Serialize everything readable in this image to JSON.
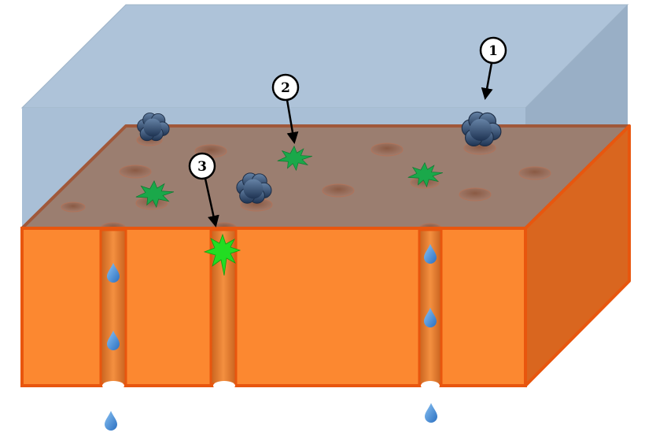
{
  "labels": [
    {
      "number": "1",
      "target": "cloud"
    },
    {
      "number": "2",
      "target": "star"
    },
    {
      "number": "3",
      "target": "pore-star"
    }
  ],
  "colors": {
    "water_box": "#a9bfd6",
    "soil_surface": "#9b7e70",
    "slab_front": "#fc8830",
    "slab_side": "#d9661f",
    "slab_edge": "#e8560e",
    "cloud": "#3d5878",
    "star": "#1aa84a",
    "star_bright": "#22dd22",
    "drop": "#4a90d9"
  }
}
